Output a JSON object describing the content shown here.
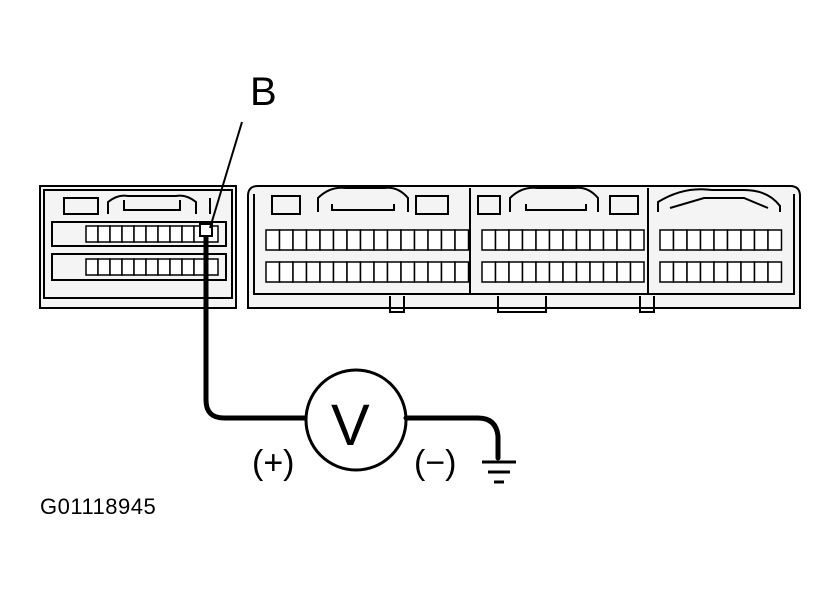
{
  "diagram": {
    "pin_label": "B",
    "meter_symbol": "V",
    "positive_probe_label": "(+)",
    "negative_probe_label": "(−)",
    "figure_id": "G01118945",
    "ground_symbol": "ground-icon"
  },
  "colors": {
    "line": "#000000",
    "connector_fill": "#f4f4f4",
    "pin_fill": "#ffffff",
    "background": "#ffffff"
  }
}
